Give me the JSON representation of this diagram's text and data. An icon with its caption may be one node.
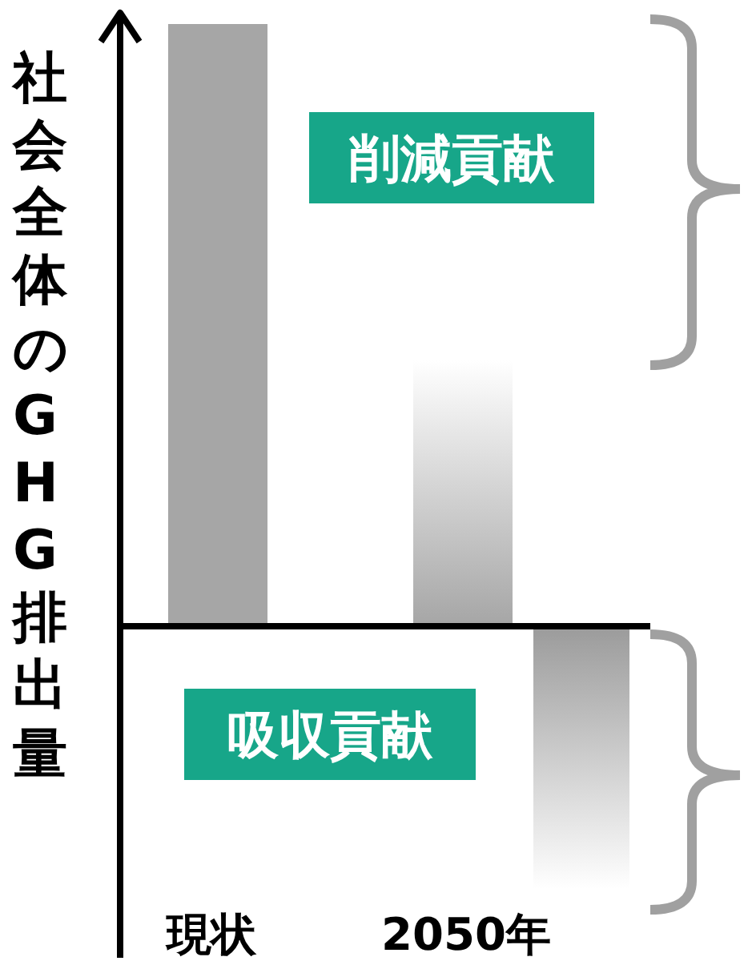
{
  "diagram": {
    "nodes": [
      {
        "text": [
          "削減貢献"
        ]
      },
      {
        "text": [
          "吸収貢献"
        ]
      }
    ],
    "labels": [
      "社会全体のGHG排出量",
      "現状",
      "2050年"
    ]
  }
}
